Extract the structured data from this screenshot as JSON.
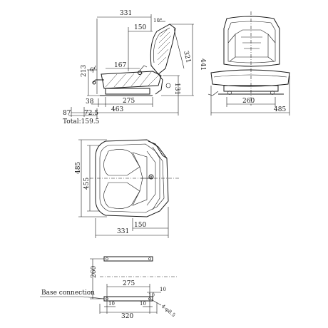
{
  "side_view": {
    "dim_overall_top": "331",
    "dim_back_offset": "150",
    "dim_angle": "10°",
    "dim_back_length": "321",
    "dim_height_total": "441",
    "dim_cushion_depth": "167",
    "dim_left_height": "213",
    "dim_right_height": "131",
    "dim_base_front": "38",
    "dim_base_span": "275",
    "dim_total_length": "463",
    "dim_adjust_a": "87",
    "dim_adjust_b": "72.5",
    "total_label": "Total:159.5",
    "dim_tilt_angle": "6°"
  },
  "front_view": {
    "dim_base_width": "260",
    "dim_overall_width": "485"
  },
  "top_view": {
    "dim_height_outer": "485",
    "dim_height_inner": "455",
    "dim_width_total": "331",
    "dim_width_partial": "150"
  },
  "base_detail": {
    "dim_rail_distance": "260",
    "dim_slot_length": "275",
    "dim_side_10a": "10",
    "dim_side_10b": "10",
    "dim_end_10a": "10",
    "dim_end_10b": "10",
    "dim_total": "320",
    "dim_hole": "4-φ8.5",
    "callout_label": "Base connection"
  }
}
